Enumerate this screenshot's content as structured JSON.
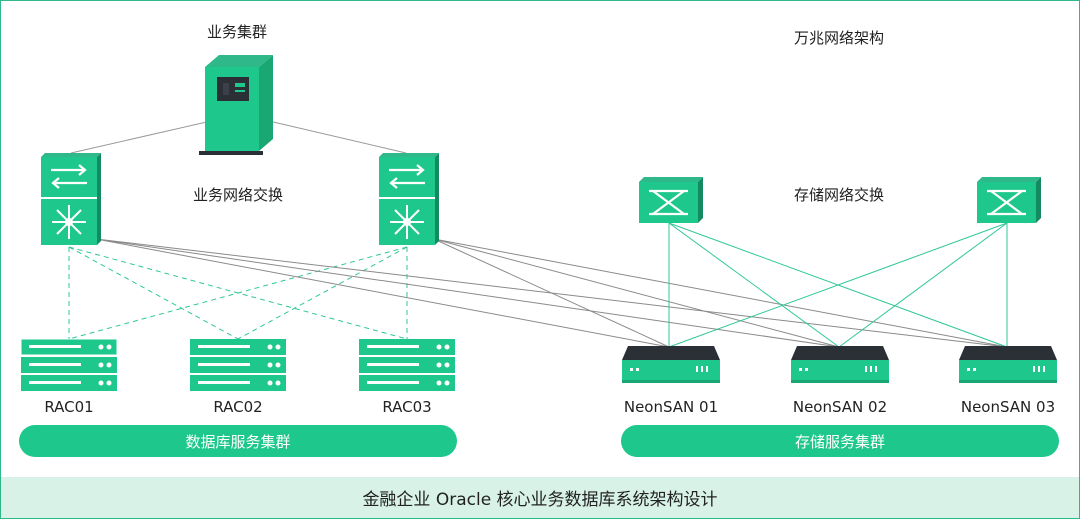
{
  "labels": {
    "biz_cluster": "业务集群",
    "ten_gig": "万兆网络架构",
    "biz_switch": "业务网络交换",
    "storage_switch": "存储网络交换"
  },
  "nodes": {
    "rac": [
      "RAC01",
      "RAC02",
      "RAC03"
    ],
    "san": [
      "NeonSAN 01",
      "NeonSAN 02",
      "NeonSAN 03"
    ]
  },
  "groups": {
    "db_service": "数据库服务集群",
    "storage_service": "存储服务集群"
  },
  "footer": "金融企业 Oracle 核心业务数据库系统架构设计",
  "colors": {
    "accent": "#1ec88c",
    "dark_green": "#19a874",
    "device_dark": "#2b2f36",
    "wire_gray": "#8a8a8a",
    "wire_green": "#2fc79a"
  }
}
